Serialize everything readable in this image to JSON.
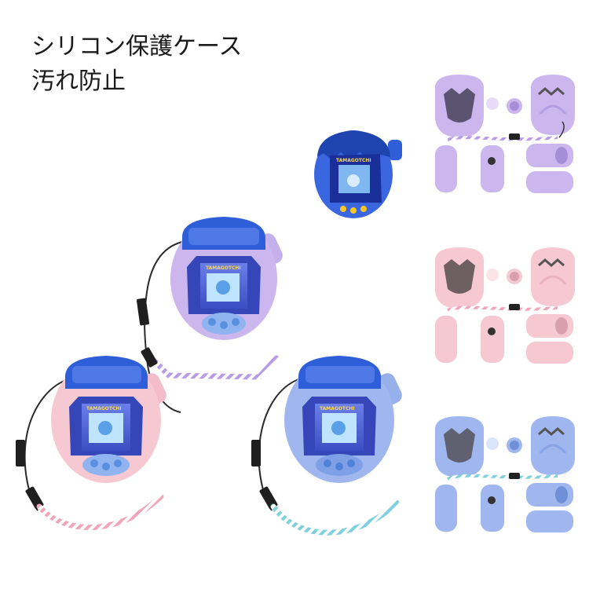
{
  "headline": {
    "line1": "シリコン保護ケース",
    "line2": "汚れ防止"
  },
  "device_logo": "TAMAGOTCHI",
  "colors": {
    "purple": "#cbb6ee",
    "pink": "#f6c9d2",
    "blue": "#9fb7ee",
    "device_blue": "#2f5fd8",
    "dark": "#2a2a2a"
  },
  "product_variants": [
    {
      "name": "purple",
      "strap": "purple-white braided strap"
    },
    {
      "name": "pink",
      "strap": "pink-white braided strap"
    },
    {
      "name": "blue",
      "strap": "blue-white braided strap"
    }
  ],
  "icons": [
    "device-icon",
    "rainbow-emboss-icon",
    "strap-icon"
  ]
}
